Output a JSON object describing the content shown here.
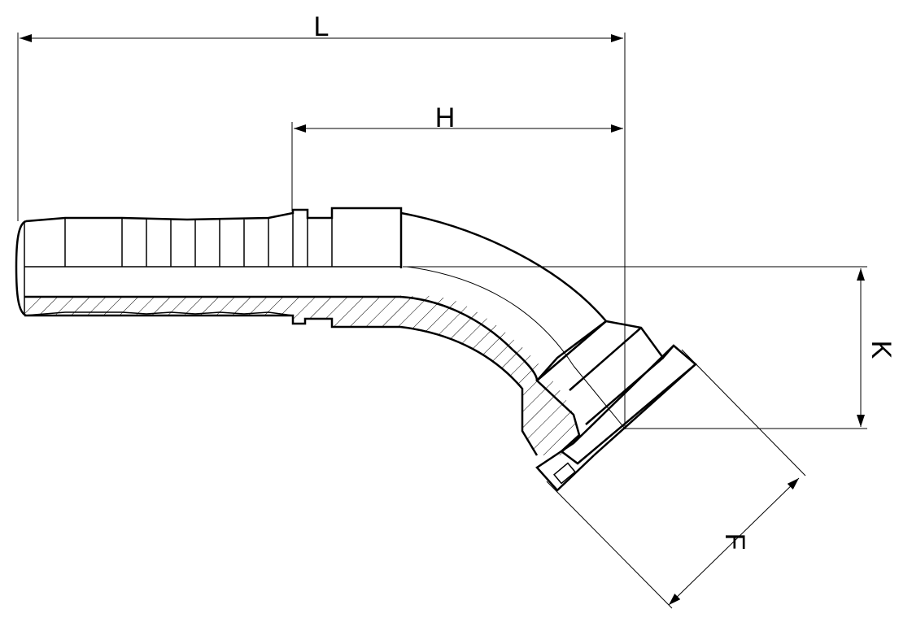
{
  "dimensions": {
    "L": "L",
    "H": "H",
    "K": "K",
    "F": "F"
  },
  "colors": {
    "line": "#000000",
    "background": "#ffffff"
  }
}
